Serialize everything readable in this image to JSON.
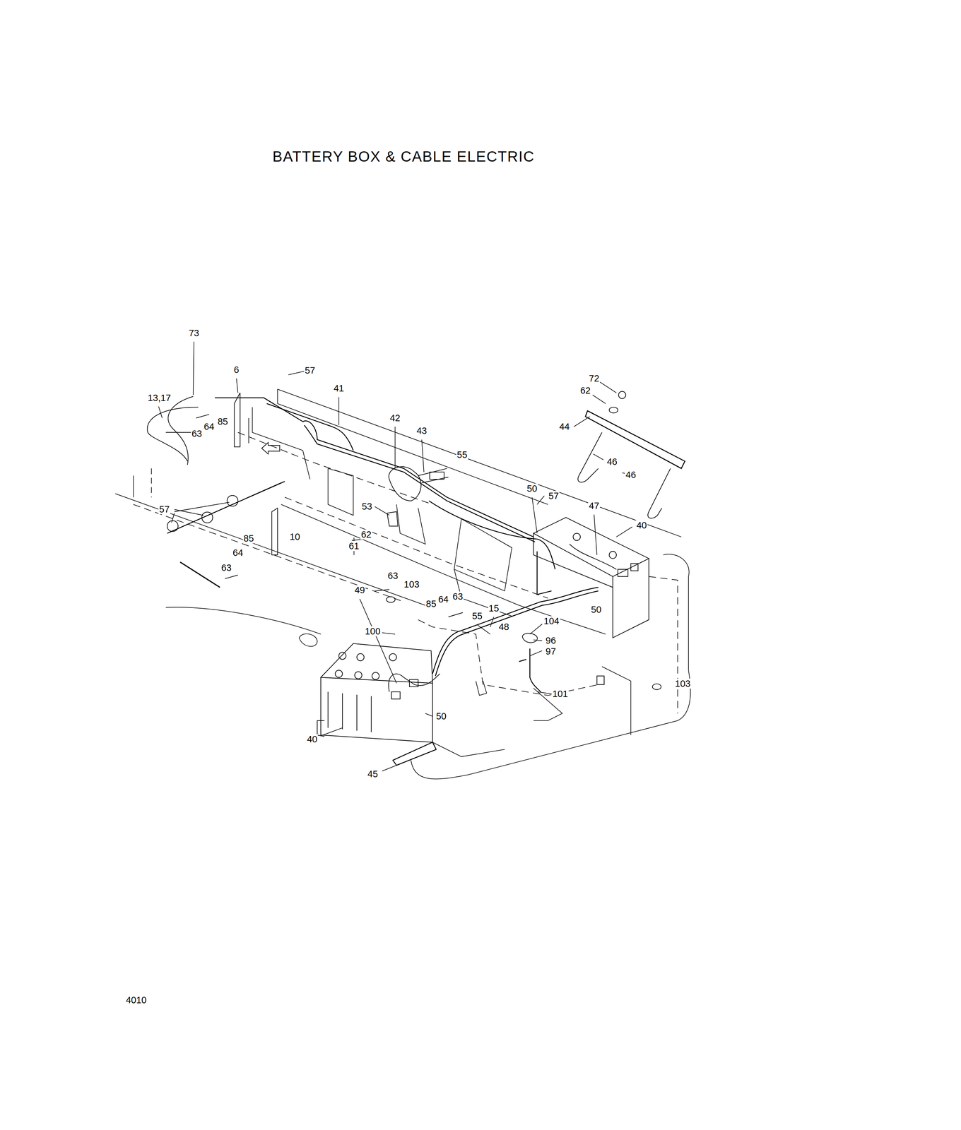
{
  "diagram": {
    "title": "BATTERY BOX & CABLE ELECTRIC",
    "labels": [
      "73",
      "6",
      "57",
      "41",
      "13,17",
      "72",
      "62",
      "63",
      "64",
      "85",
      "42",
      "43",
      "44",
      "55",
      "46",
      "46",
      "50",
      "57",
      "47",
      "53",
      "57",
      "40",
      "10",
      "85",
      "62",
      "64",
      "61",
      "63",
      "63",
      "103",
      "49",
      "85",
      "64",
      "63",
      "55",
      "15",
      "50",
      "104",
      "100",
      "96",
      "48",
      "97",
      "103",
      "101",
      "50",
      "40",
      "45",
      "4010"
    ]
  }
}
